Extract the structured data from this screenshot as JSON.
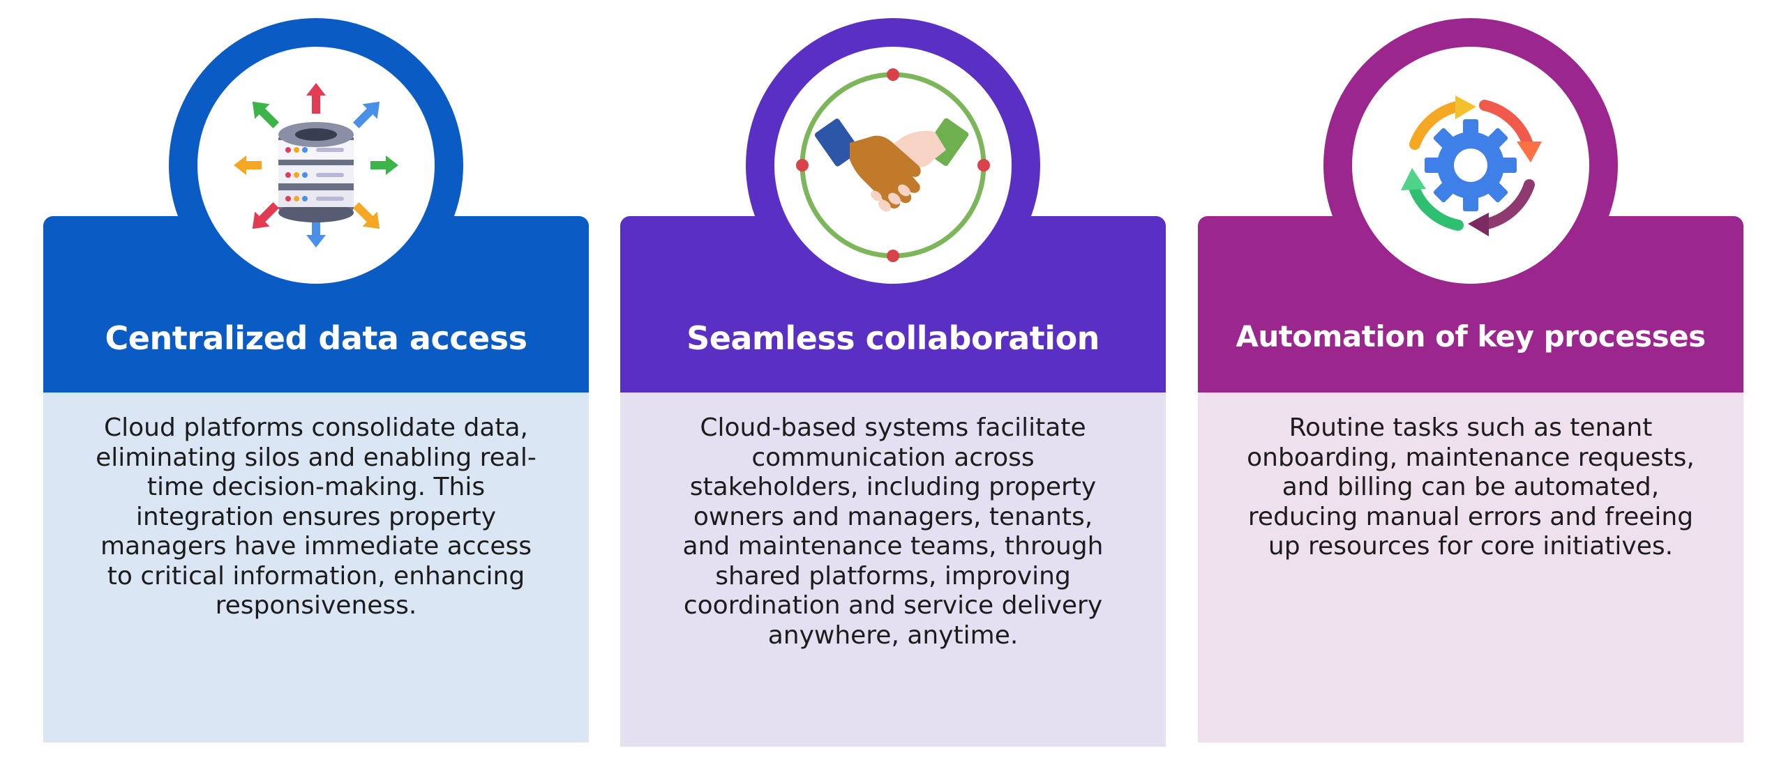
{
  "colors": {
    "card_1_accent": "#0b5bc5",
    "card_1_panel": "#dbe6f4",
    "card_2_accent": "#5a2fc4",
    "card_2_panel": "#e4e0f2",
    "card_3_accent": "#9b268d",
    "card_3_panel": "#efe0ee"
  },
  "cards": [
    {
      "icon": "database-distribution-icon",
      "title": "Centralized data access",
      "description": "Cloud platforms consolidate data, eliminating silos and enabling real-time decision-making. This integration ensures property managers have immediate access to critical information, enhancing responsiveness."
    },
    {
      "icon": "handshake-icon",
      "title": "Seamless collaboration",
      "description": "Cloud-based systems facilitate communication across stakeholders, including property owners and managers, tenants, and maintenance teams, through shared platforms, improving coordination and service delivery anywhere, anytime."
    },
    {
      "icon": "gear-cycle-icon",
      "title": "Automation of key processes",
      "description": "Routine tasks such as tenant onboarding, maintenance requests, and billing can be automated, reducing manual errors and freeing up resources for core initiatives."
    }
  ]
}
